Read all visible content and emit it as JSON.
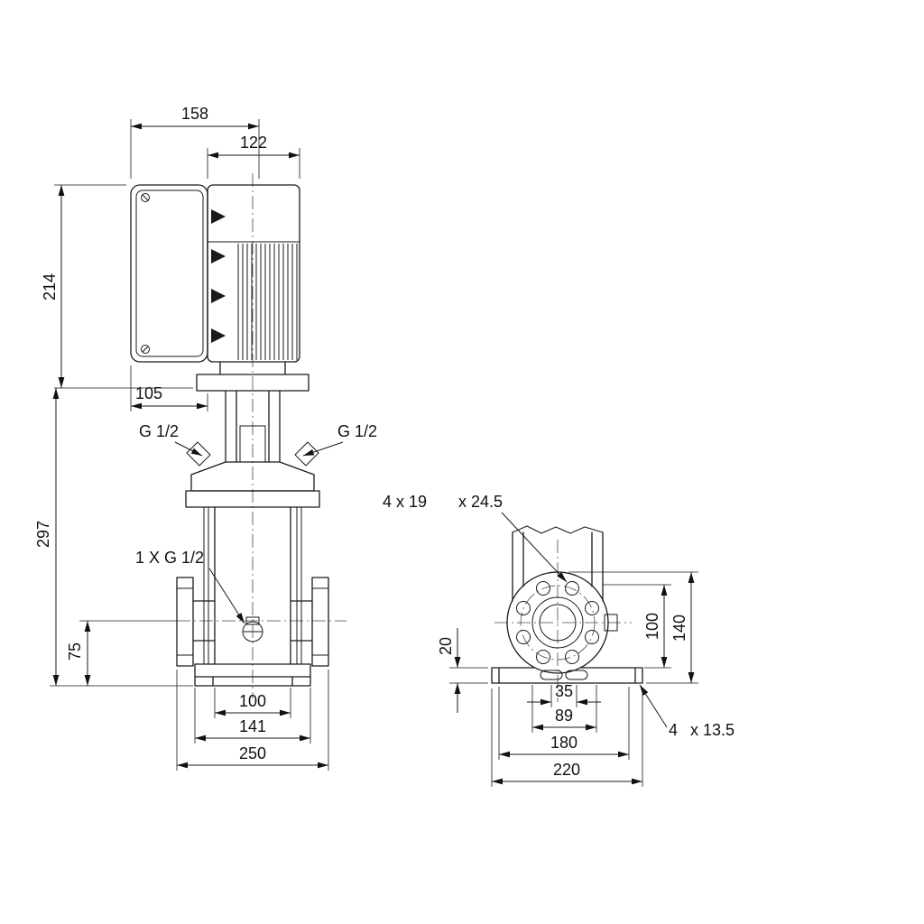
{
  "front": {
    "dim_overall_depth": "158",
    "dim_motor_width": "122",
    "dim_motor_height": "214",
    "dim_box_depth": "105",
    "dim_pump_height": "297",
    "dim_port_height": "75",
    "dim_inner_base": "100",
    "dim_base_width": "141",
    "dim_port_span": "250",
    "label_plug_left": "G 1/2",
    "label_plug_right": "G 1/2",
    "label_drain": "1 X G 1/2"
  },
  "side": {
    "note_bolt_count": "4 x 19",
    "note_bolt_depth": "x 24.5",
    "dim_plate_height": "20",
    "dim_center_height": "100",
    "dim_flange_top": "140",
    "dim_slot_pitch": "35",
    "dim_slot_span": "89",
    "dim_foot_span": "180",
    "dim_base_length": "220",
    "note_base_hole_count": "4",
    "note_base_hole_size": "x 13.5"
  }
}
